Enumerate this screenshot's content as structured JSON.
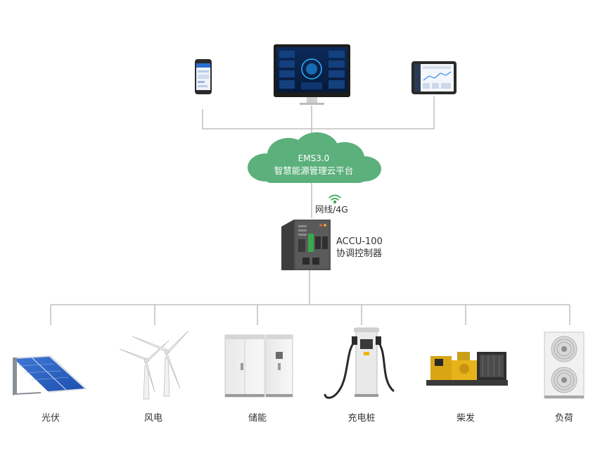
{
  "cloud": {
    "line1": "EMS3.0",
    "line2": "智慧能源管理云平台",
    "fill": "#5cb07c"
  },
  "link": {
    "label": "网线/4G",
    "icon": "wifi-icon",
    "icon_color": "#3aa55c"
  },
  "controller": {
    "line1": "ACCU-100",
    "line2": "协调控制器"
  },
  "clients": [
    {
      "name": "phone-icon"
    },
    {
      "name": "monitor-icon"
    },
    {
      "name": "tablet-icon"
    }
  ],
  "devices": [
    {
      "label": "光伏",
      "icon": "solar-panel-icon"
    },
    {
      "label": "风电",
      "icon": "wind-turbine-icon"
    },
    {
      "label": "储能",
      "icon": "energy-storage-cabinet-icon"
    },
    {
      "label": "充电桩",
      "icon": "ev-charger-icon"
    },
    {
      "label": "柴发",
      "icon": "diesel-generator-icon"
    },
    {
      "label": "负荷",
      "icon": "load-hvac-unit-icon"
    }
  ],
  "line_color": "#b5b5b5"
}
